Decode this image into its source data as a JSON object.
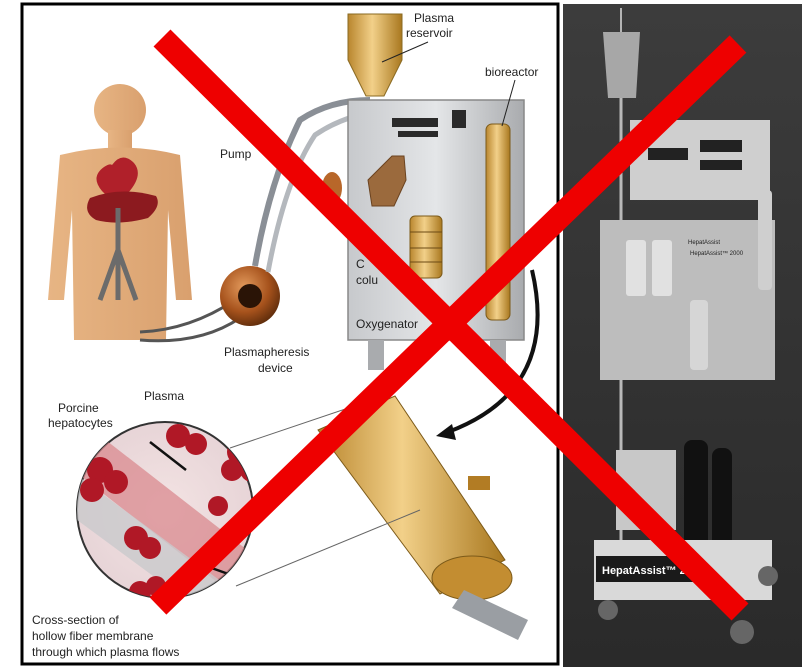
{
  "diagram": {
    "labels": {
      "plasma_reservoir_l1": "Plasma",
      "plasma_reservoir_l2": "reservoir",
      "bioreactor": "bioreactor",
      "pump": "Pump",
      "charcoal_column_l1": "C",
      "charcoal_column_l2": "colu",
      "oxygenator": "Oxygenator",
      "plasmapheresis_l1": "Plasmapheresis",
      "plasmapheresis_l2": "device",
      "plasma": "Plasma",
      "porcine_l1": "Porcine",
      "porcine_l2": "hepatocytes",
      "cross_section_l1": "Cross-section of",
      "cross_section_l2": "hollow fiber membrane",
      "cross_section_l3": "through which plasma flows"
    }
  },
  "photo": {
    "machine_brand": "HepatAssist",
    "machine_model": "HepatAssist™ 2000",
    "front_label": "HepatAssist™ 2"
  },
  "overlay": {
    "cross_color": "#ee0000"
  }
}
